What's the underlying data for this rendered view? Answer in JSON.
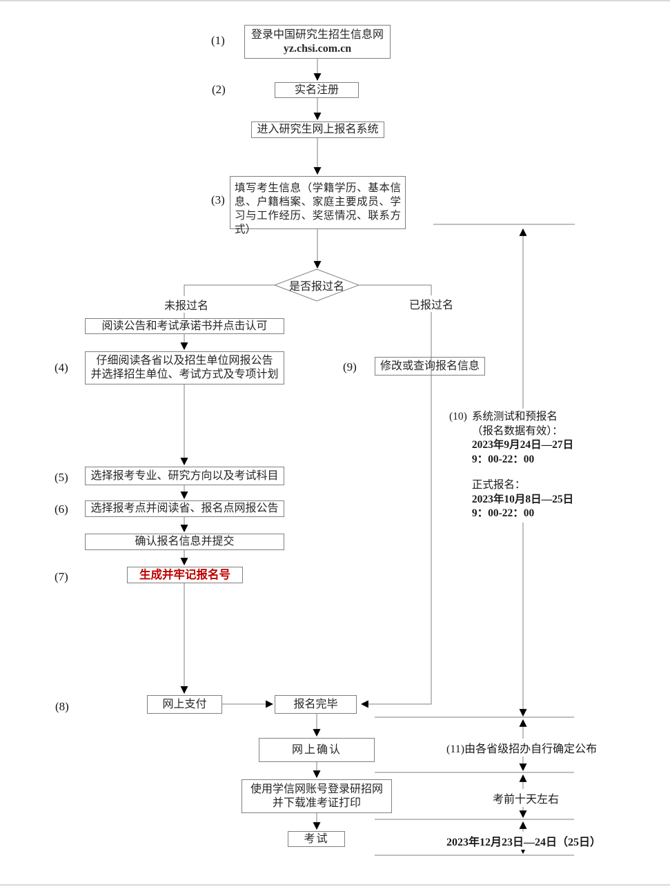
{
  "colors": {
    "line": "#7f7f7f",
    "arrow": "#000000",
    "text": "#262626",
    "red": "#c00000"
  },
  "steps": {
    "n1": "(1)",
    "n2": "(2)",
    "n3": "(3)",
    "n4": "(4)",
    "n5": "(5)",
    "n6": "(6)",
    "n7": "(7)",
    "n8": "(8)",
    "n9": "(9)",
    "n10": "(10)",
    "n11": "(11)"
  },
  "boxes": {
    "login": {
      "line1": "登录中国研究生招生信息网",
      "line2": "yz.chsi.com.cn"
    },
    "register": "实名注册",
    "enter": "进入研究生网上报名系统",
    "fill": "填写考生信息（学籍学历、基本信息、户籍档案、家庭主要成员、学习与工作经历、奖惩情况、联系方式）",
    "decision": "是否报过名",
    "read_notice": "阅读公告和考试承诺书并点击认可",
    "read_province": {
      "line1": "仔细阅读各省以及招生单位网报公告",
      "line2": "并选择招生单位、考试方式及专项计划"
    },
    "modify": "修改或查询报名信息",
    "choose_major": "选择报考专业、研究方向以及考试科目",
    "choose_point": "选择报考点并阅读省、报名点网报公告",
    "confirm_submit": "确认报名信息并提交",
    "generate": "生成并牢记报名号",
    "pay": "网上支付",
    "finish": "报名完毕",
    "online_confirm": "网上确认",
    "download": {
      "line1": "使用学信网账号登录研招网",
      "line2": "并下载准考证打印"
    },
    "exam": "考试"
  },
  "branches": {
    "not_registered": "未报过名",
    "registered": "已报过名"
  },
  "notes": {
    "a10": {
      "title": "系统测试和预报名",
      "sub": "（报名数据有效）：",
      "pre_date": "2023年9月24日—27日",
      "pre_time": "9：00-22：00",
      "formal_title": "正式报名：",
      "formal_date": "2023年10月8日—25日",
      "formal_time": "9：00-22：00"
    },
    "a11": "由各省级招办自行确定公布",
    "before_exam": "考前十天左右",
    "exam_date": "2023年12月23日—24日（25日）"
  }
}
